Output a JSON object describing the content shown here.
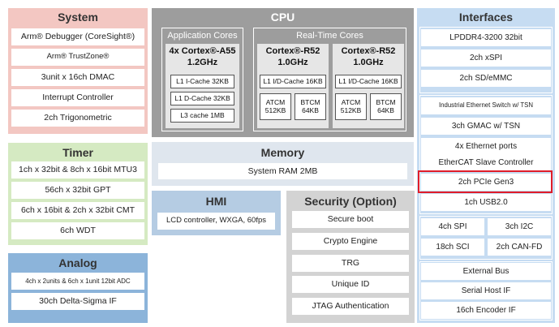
{
  "system": {
    "title": "System",
    "items": [
      "Arm® Debugger (CoreSight®)",
      "Arm® TrustZone®",
      "3unit x 16ch DMAC",
      "Interrupt Controller",
      "2ch Trigonometric"
    ]
  },
  "cpu": {
    "title": "CPU",
    "app_group": {
      "title": "Application Cores",
      "core_line1": "4x Cortex®-A55",
      "core_line2": "1.2GHz",
      "caches": [
        "L1 I-Cache 32KB",
        "L1 D-Cache 32KB",
        "L3 cache 1MB"
      ]
    },
    "rt_group": {
      "title": "Real-Time Cores",
      "cores": [
        {
          "line1": "Cortex®-R52",
          "line2": "1.0GHz",
          "cache": "L1 I/D-Cache 16KB",
          "atcm_label": "ATCM",
          "atcm_size": "512KB",
          "btcm_label": "BTCM",
          "btcm_size": "64KB"
        },
        {
          "line1": "Cortex®-R52",
          "line2": "1.0GHz",
          "cache": "L1 I/D-Cache 16KB",
          "atcm_label": "ATCM",
          "atcm_size": "512KB",
          "btcm_label": "BTCM",
          "btcm_size": "64KB"
        }
      ]
    }
  },
  "interfaces": {
    "title": "Interfaces",
    "group1": [
      "LPDDR4-3200 32bit",
      "2ch xSPI",
      "2ch SD/eMMC"
    ],
    "group2": [
      "Industrial Ethernet Switch w/ TSN",
      "3ch GMAC w/ TSN",
      "4x Ethernet ports",
      "EtherCAT Slave Controller",
      "2ch PCIe Gen3",
      "1ch USB2.0"
    ],
    "group3": [
      "4ch SPI",
      "3ch I2C",
      "18ch SCI",
      "2ch CAN-FD"
    ],
    "group4": [
      "External Bus",
      "Serial Host IF",
      "16ch Encoder IF"
    ],
    "highlight_color": "#e01d2a"
  },
  "timer": {
    "title": "Timer",
    "items": [
      "1ch x 32bit & 8ch x 16bit MTU3",
      "56ch x 32bit GPT",
      "6ch x 16bit & 2ch x 32bit CMT",
      "6ch WDT"
    ]
  },
  "analog": {
    "title": "Analog",
    "items": [
      "4ch x 2units & 6ch x 1unit 12bit ADC",
      "30ch Delta-Sigma IF"
    ]
  },
  "memory": {
    "title": "Memory",
    "item": "System RAM 2MB"
  },
  "hmi": {
    "title": "HMI",
    "item": "LCD controller, WXGA, 60fps"
  },
  "security": {
    "title": "Security (Option)",
    "items": [
      "Secure boot",
      "Crypto Engine",
      "TRG",
      "Unique ID",
      "JTAG Authentication"
    ]
  },
  "colors": {
    "system": "#f3c7c2",
    "cpu": "#9d9d9d",
    "interfaces": "#c6dcf2",
    "timer": "#d5eac2",
    "analog": "#8cb4da",
    "memory": "#dfe6ee",
    "hmi": "#b5cce3",
    "security": "#d3d3d3"
  }
}
